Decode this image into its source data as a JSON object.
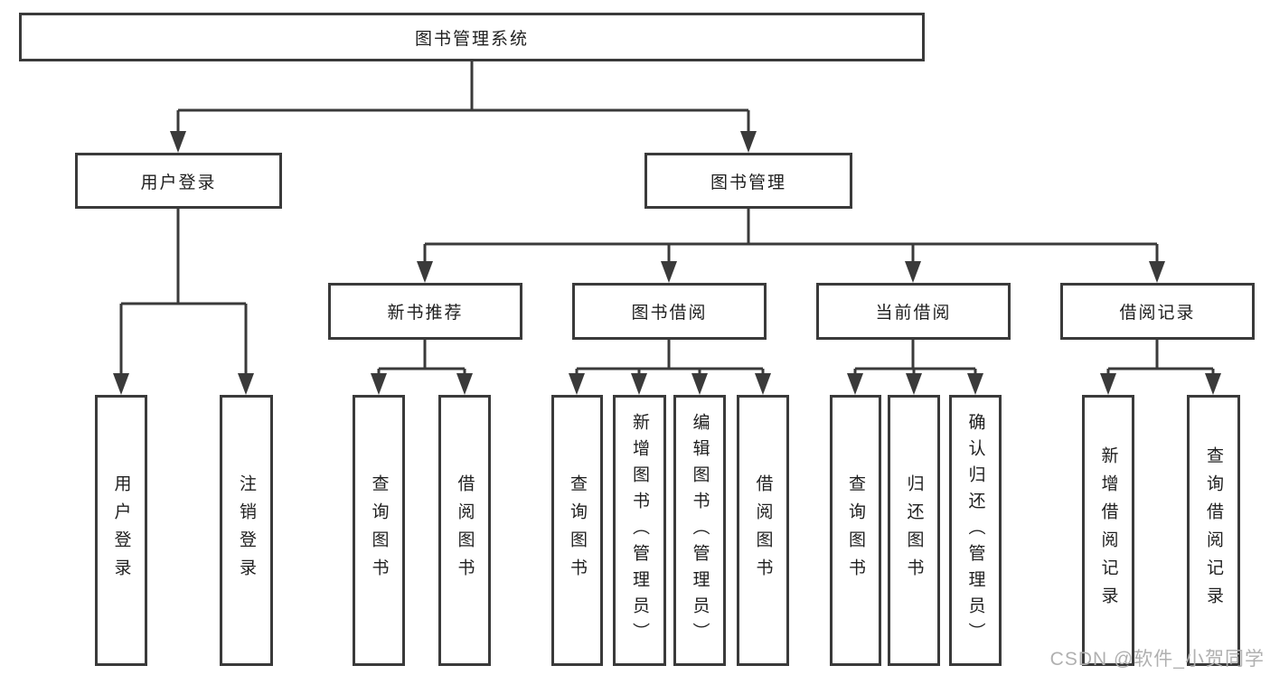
{
  "root": {
    "label": "图书管理系统"
  },
  "level2": {
    "user_login": {
      "label": "用户登录"
    },
    "book_management": {
      "label": "图书管理"
    }
  },
  "level3": {
    "new_book_recommend": {
      "label": "新书推荐"
    },
    "book_borrow": {
      "label": "图书借阅"
    },
    "current_borrow": {
      "label": "当前借阅"
    },
    "borrow_records": {
      "label": "借阅记录"
    }
  },
  "leaves": {
    "user_login_action": {
      "label": "用户登录"
    },
    "logout_action": {
      "label": "注销登录"
    },
    "query_books_recommend": {
      "label": "查询图书"
    },
    "borrow_books_recommend": {
      "label": "借阅图书"
    },
    "query_books_borrow": {
      "label": "查询图书"
    },
    "add_books_admin": {
      "label": "新增图书（管理员）"
    },
    "edit_books_admin": {
      "label": "编辑图书（管理员）"
    },
    "borrow_books_action": {
      "label": "借阅图书"
    },
    "query_books_current": {
      "label": "查询图书"
    },
    "return_books": {
      "label": "归还图书"
    },
    "confirm_return_admin": {
      "label": "确认归还（管理员）"
    },
    "add_borrow_record": {
      "label": "新增借阅记录"
    },
    "query_borrow_record": {
      "label": "查询借阅记录"
    }
  },
  "watermark": "CSDN @软件_小贺同学",
  "colors": {
    "line": "#3a3a3a",
    "text": "#1f1f1f",
    "box_background": "#ffffff",
    "watermark": "#b0b0b0"
  }
}
